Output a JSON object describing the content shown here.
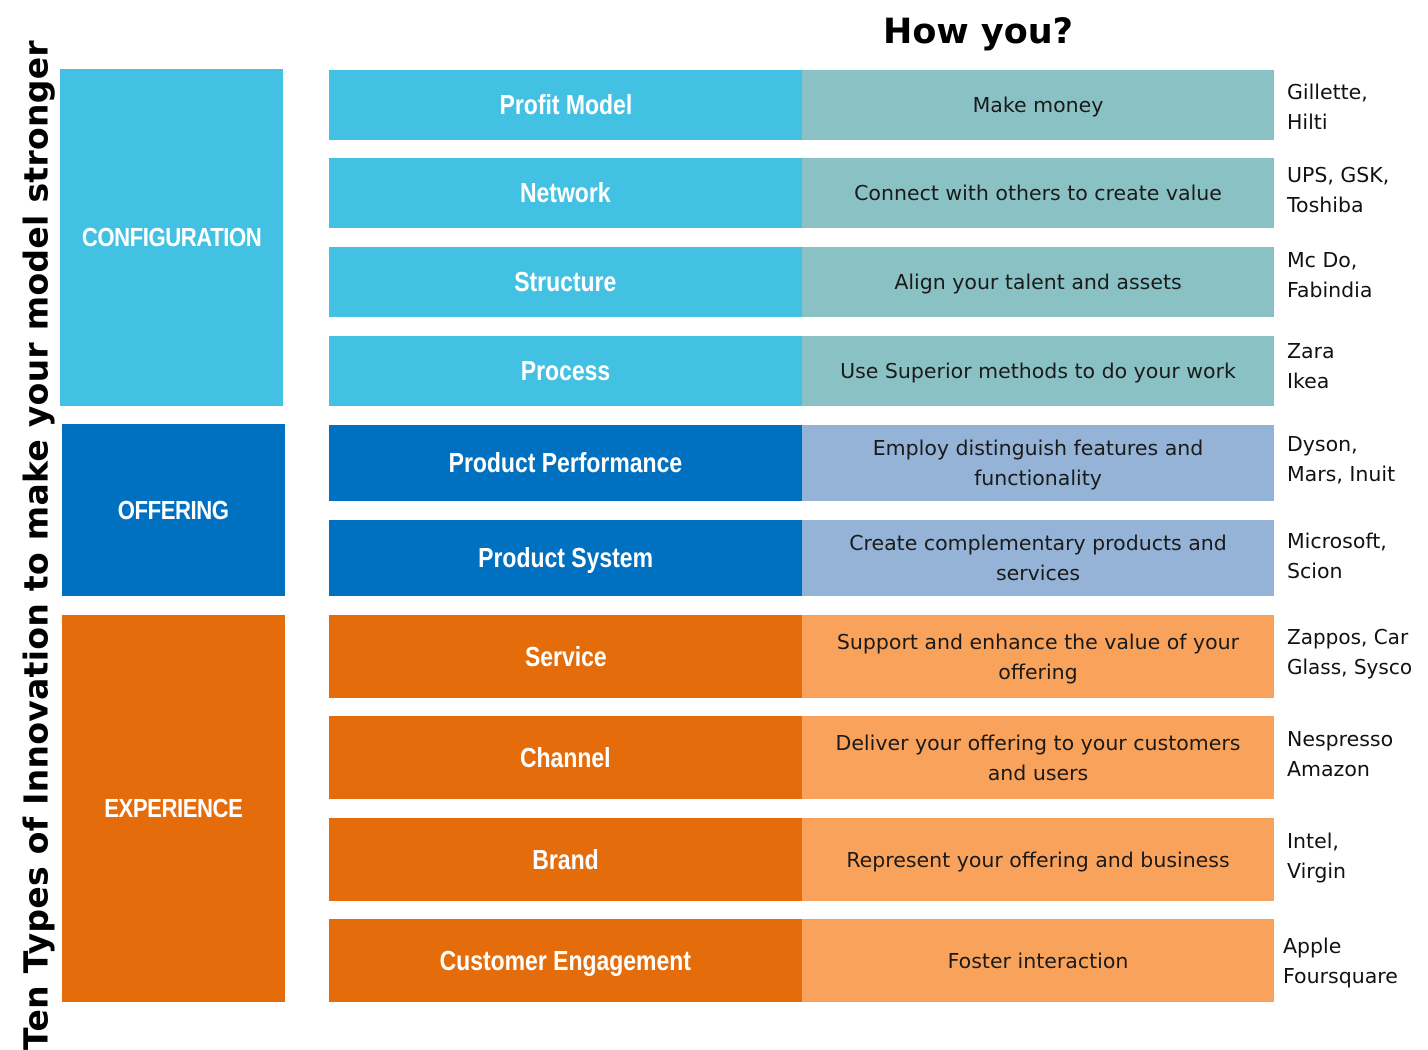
{
  "side_title": "Ten Types of Innovation to make your model stronger",
  "header": "How you?",
  "groups": [
    {
      "label": "CONFIGURATION",
      "color": "#42C1E3"
    },
    {
      "label": "OFFERING",
      "color": "#0070C0"
    },
    {
      "label": "EXPERIENCE",
      "color": "#E46C0A"
    }
  ],
  "rows": [
    {
      "type": "Profit Model",
      "description": "Make money",
      "examples": "Gillette, Hilti"
    },
    {
      "type": "Network",
      "description": "Connect with others to create value",
      "examples": "UPS, GSK, Toshiba"
    },
    {
      "type": "Structure",
      "description": "Align your talent and assets",
      "examples": "Mc Do, Fabindia"
    },
    {
      "type": "Process",
      "description": "Use Superior methods to do your work",
      "examples": "Zara Ikea"
    },
    {
      "type": "Product Performance",
      "description": "Employ distinguish features and functionality",
      "examples": "Dyson, Mars, Inuit"
    },
    {
      "type": "Product System",
      "description": "Create complementary products and services",
      "examples": "Microsoft, Scion"
    },
    {
      "type": "Service",
      "description": "Support and enhance the value of your offering",
      "examples": "Zappos, Car Glass, Sysco"
    },
    {
      "type": "Channel",
      "description": "Deliver your offering to your customers and users",
      "examples": "Nespresso Amazon"
    },
    {
      "type": "Brand",
      "description": "Represent your offering and business",
      "examples": "Intel, Virgin"
    },
    {
      "type": "Customer Engagement",
      "description": "Foster interaction",
      "examples": "Apple Foursquare"
    }
  ]
}
